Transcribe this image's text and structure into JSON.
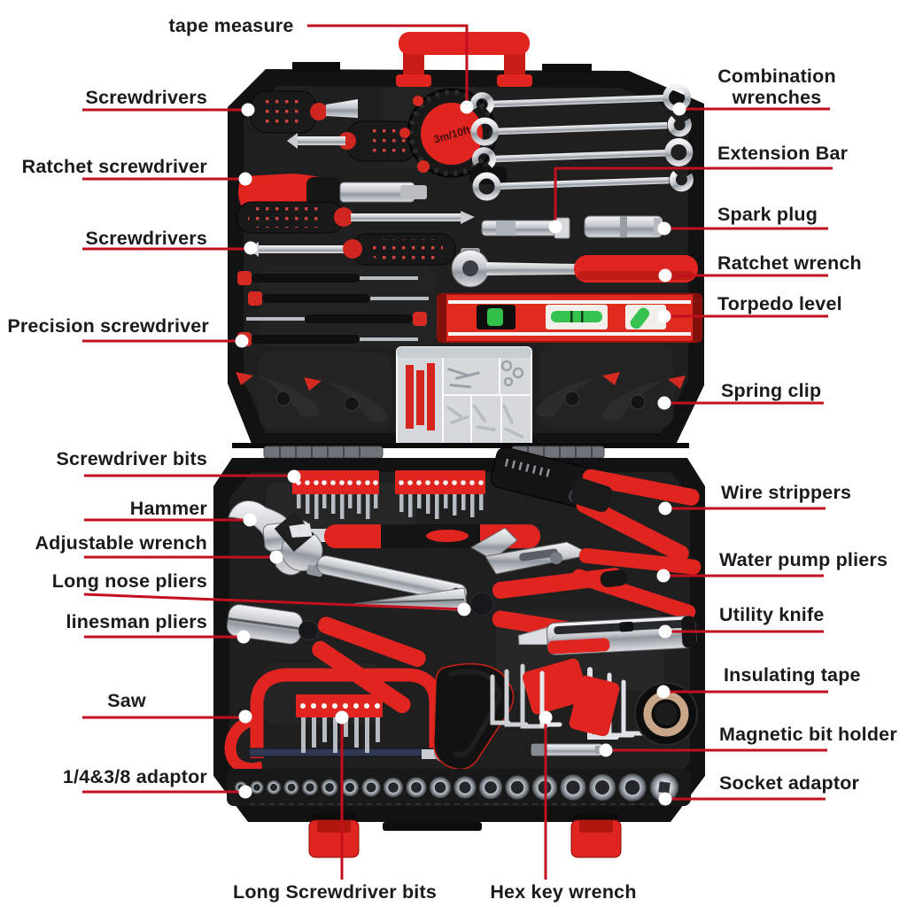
{
  "colors": {
    "accent_red": "#e02420",
    "leader_red": "#c3101f",
    "label_ink": "#1b1b1b",
    "case_black": "#121212",
    "tray_gray": "#1f1f1f",
    "background": "#ffffff"
  },
  "markings": {
    "tape_measure_dial": "3m/10ft"
  },
  "callouts": {
    "tape_measure": {
      "text": "tape measure"
    },
    "screwdrivers_top": {
      "text": "Screwdrivers"
    },
    "ratchet_screwdriver": {
      "text": "Ratchet screwdriver"
    },
    "screwdrivers_mid": {
      "text": "Screwdrivers"
    },
    "precision_screwdriver": {
      "text": "Precision screwdriver"
    },
    "screwdriver_bits": {
      "text": "Screwdriver bits"
    },
    "hammer": {
      "text": "Hammer"
    },
    "adjustable_wrench": {
      "text": "Adjustable wrench"
    },
    "long_nose_pliers": {
      "text": "Long nose pliers"
    },
    "linesman_pliers": {
      "text": "linesman pliers"
    },
    "saw": {
      "text": "Saw"
    },
    "quarter_three_eighth_adaptor": {
      "text": "1/4&3/8 adaptor"
    },
    "long_screwdriver_bits": {
      "text": "Long Screwdriver bits"
    },
    "hex_key_wrench": {
      "text": "Hex key wrench"
    },
    "combination_wrenches": {
      "line1": "Combination",
      "line2": "wrenches"
    },
    "extension_bar": {
      "text": "Extension Bar"
    },
    "spark_plug": {
      "text": "Spark plug"
    },
    "ratchet_wrench": {
      "text": "Ratchet wrench"
    },
    "torpedo_level": {
      "text": "Torpedo level"
    },
    "spring_clip": {
      "text": "Spring clip"
    },
    "wire_strippers": {
      "text": "Wire strippers"
    },
    "water_pump_pliers": {
      "text": "Water pump pliers"
    },
    "utility_knife": {
      "text": "Utility knife"
    },
    "insulating_tape": {
      "text": "Insulating tape"
    },
    "magnetic_bit_holder": {
      "text": "Magnetic bit holder"
    },
    "socket_adaptor": {
      "text": "Socket adaptor"
    }
  }
}
